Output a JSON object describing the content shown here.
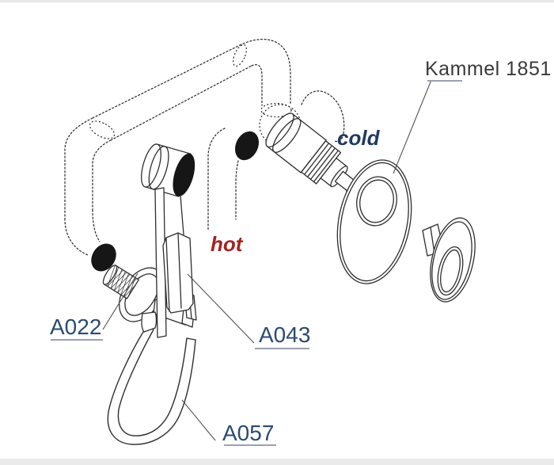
{
  "diagram": {
    "product_label": "Kammel 1851",
    "water_labels": {
      "cold": "cold",
      "hot": "hot"
    },
    "part_labels": {
      "a022": "A022",
      "a043": "A043",
      "a057": "A057"
    },
    "colors": {
      "background": "#ffffff",
      "line": "#2e2e2e",
      "fill-dark": "#161616",
      "title": "#3a3a3a",
      "part-label": "#2b4a70",
      "cold": "#1f3a5e",
      "hot": "#a32322",
      "underline": "#9aa0b0"
    }
  }
}
